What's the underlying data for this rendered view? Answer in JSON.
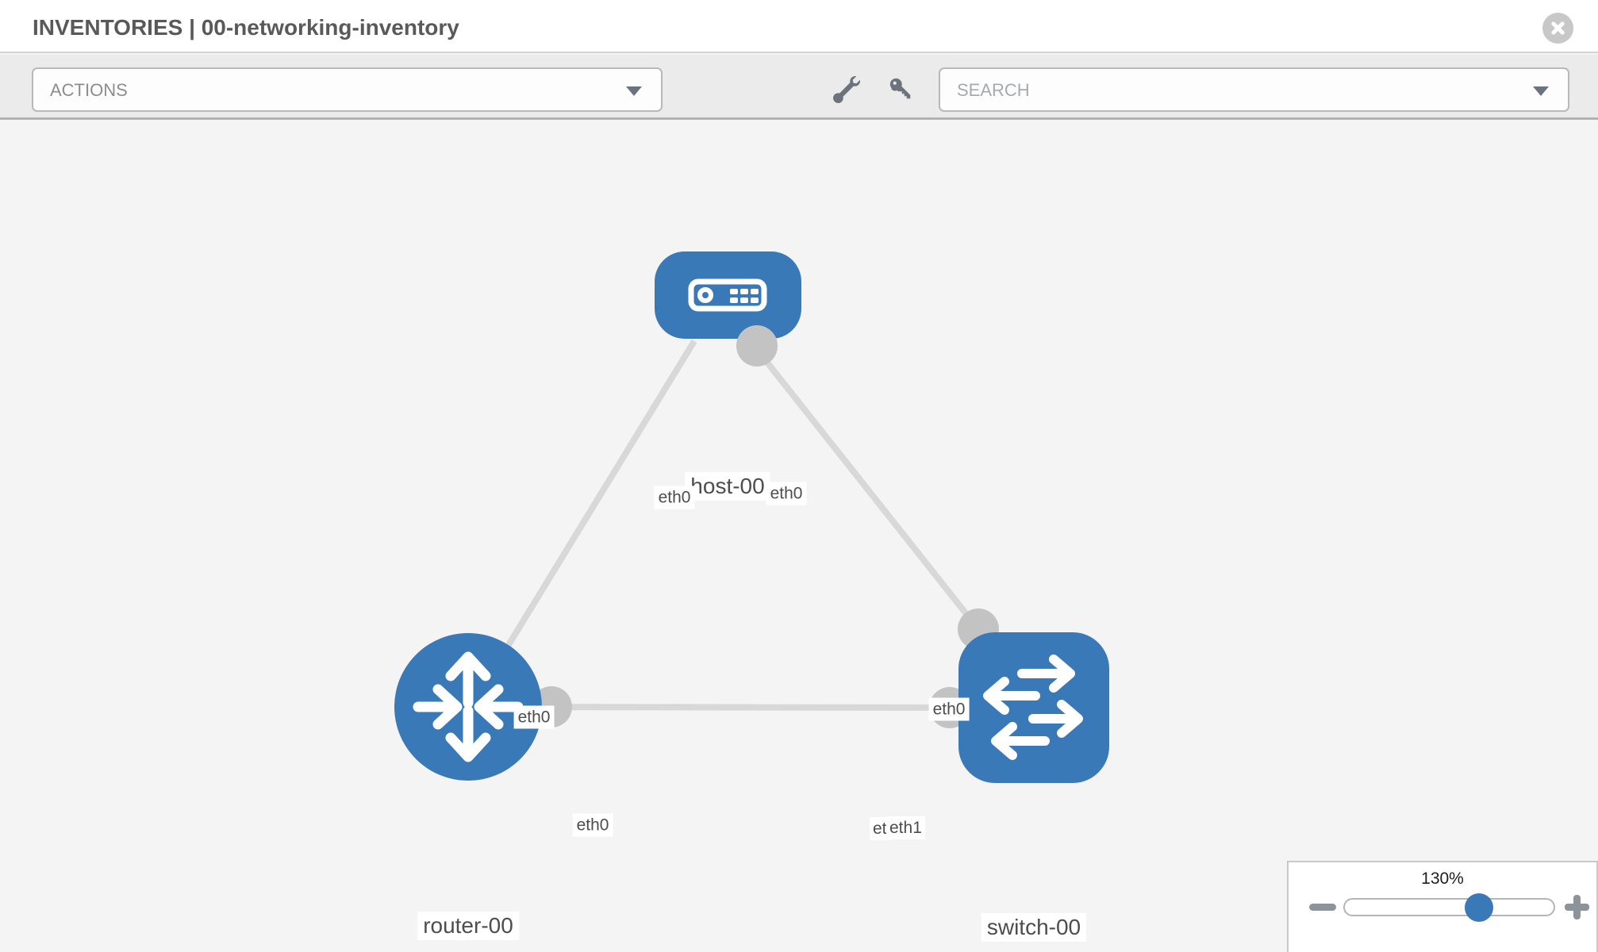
{
  "header": {
    "title": "INVENTORIES | 00-networking-inventory"
  },
  "toolbar": {
    "actions_label": "ACTIONS",
    "search_placeholder": "SEARCH",
    "tool_icons": [
      "wrench-icon",
      "key-icon"
    ]
  },
  "topology": {
    "nodes": [
      {
        "label": "host-00",
        "type": "host"
      },
      {
        "label": "router-00",
        "type": "router"
      },
      {
        "label": "switch-00",
        "type": "switch"
      }
    ],
    "links": [
      {
        "from": "host-00",
        "from_if": "eth0",
        "to": "router-00",
        "to_if": "eth0"
      },
      {
        "from": "host-00",
        "from_if": "eth0",
        "to": "switch-00",
        "to_if": "eth0"
      },
      {
        "from": "router-00",
        "from_if": "eth0",
        "to": "switch-00",
        "to_if": "eth1"
      }
    ],
    "partially_hidden_interface_label": "eth0",
    "colors": {
      "node_fill": "#3a79b7",
      "link_line": "#d8d8d8",
      "connector": "#c3c3c3",
      "canvas_bg": "#f4f4f4",
      "chip_text": "#4d4d4d"
    }
  },
  "zoom_control": {
    "level": "130%"
  }
}
